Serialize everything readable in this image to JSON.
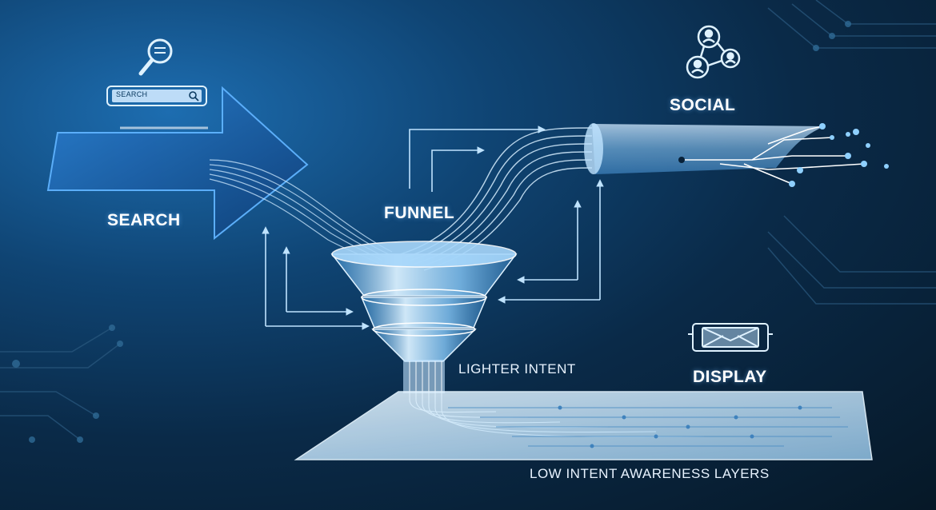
{
  "labels": {
    "search": "SEARCH",
    "funnel": "FUNNEL",
    "social": "SOCIAL",
    "display": "DISPLAY",
    "lighter_intent": "LIGHTER INTENT",
    "low_intent": "LOW INTENT AWARENESS LAYERS"
  },
  "search_bar": {
    "placeholder": "SEARCH"
  },
  "icons": [
    "magnifier-icon",
    "search-bar-icon",
    "social-network-icon",
    "display-ad-icon"
  ],
  "colors": {
    "background": "#0a2a48",
    "accent": "#6fc3ff",
    "arrow": "#1a5fa8",
    "light": "#cfe9ff"
  }
}
